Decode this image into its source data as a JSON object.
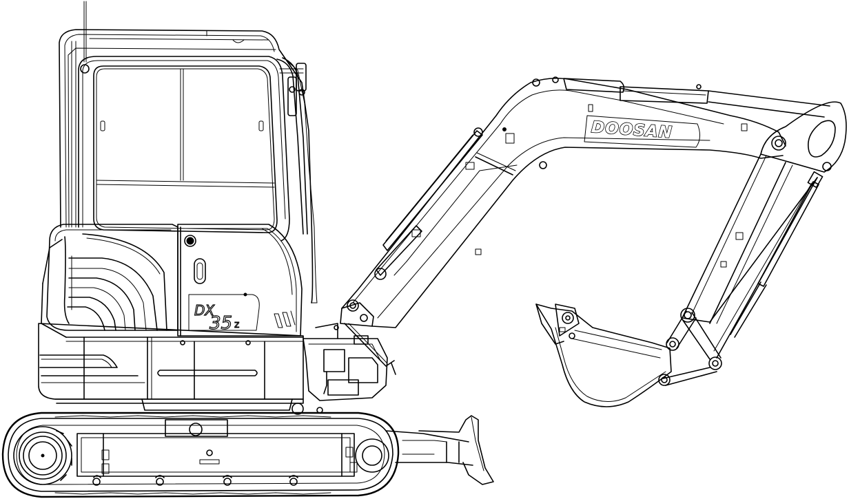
{
  "drawing": {
    "boom_decal": "DOOSAN",
    "model_decal": {
      "prefix": "DX",
      "number": "35",
      "suffix": "z"
    }
  },
  "colors": {
    "line": "#000000",
    "background": "#ffffff"
  }
}
